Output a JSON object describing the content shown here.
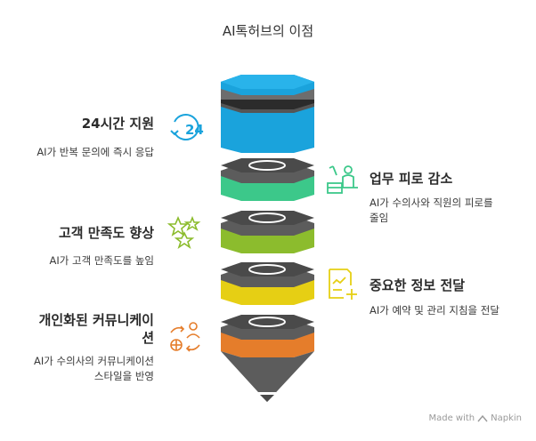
{
  "title": "AI톡허브의 이점",
  "colors": {
    "blue": "#1aa3dc",
    "green": "#3cc88a",
    "lime": "#8cbc2d",
    "yellow": "#e6cf14",
    "orange": "#e57d2b",
    "dark_gray": "#5c5c5c",
    "icon_blue": "#1aa3dc",
    "icon_green": "#3cc88a",
    "icon_lime": "#8cbc2d",
    "icon_yellow": "#e6cf14",
    "icon_orange": "#e57d2b"
  },
  "benefits": [
    {
      "heading": "24시간 지원",
      "description": "AI가 반복 문의에 즉시 응답",
      "icon": "24-hour-icon",
      "icon_text": "24"
    },
    {
      "heading": "업무 피로 감소",
      "description_line1": "AI가 수의사와 직원의 피로를",
      "description_line2": "줄임",
      "icon": "tired-worker-icon"
    },
    {
      "heading": "고객 만족도 향상",
      "description": "AI가 고객 만족도를 높임",
      "icon": "star-rating-icon"
    },
    {
      "heading": "중요한 정보 전달",
      "description": "AI가 예약 및 관리 지침을 전달",
      "icon": "document-add-icon"
    },
    {
      "heading_line1": "개인화된 커뮤니케이",
      "heading_line2": "션",
      "description_line1": "AI가 수의사의 커뮤니케이션",
      "description_line2": "스타일을 반영",
      "icon": "communication-style-icon"
    }
  ],
  "credit": "Made with",
  "credit_brand": "Napkin"
}
